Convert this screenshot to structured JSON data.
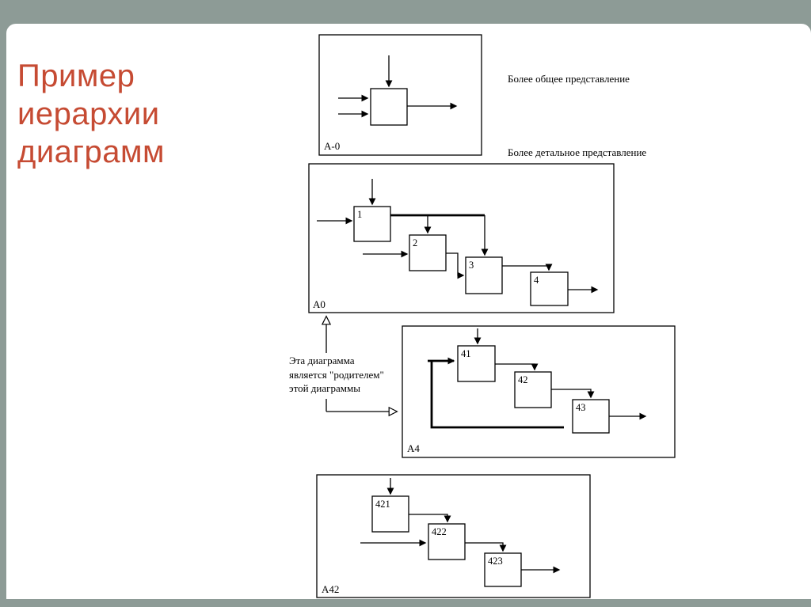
{
  "colors": {
    "background": "#8D9B96",
    "title": "#C64B33"
  },
  "slide": {
    "title_lines": [
      "Пример",
      "иерархии",
      "диаграмм"
    ]
  },
  "captions": {
    "general_view": "Более общее представление",
    "detailed_view": "Более детальное представление",
    "parent_note_line1": "Эта диаграмма",
    "parent_note_line2": "является \"родителем\"",
    "parent_note_line3": "этой диаграммы"
  },
  "context_diagram": {
    "label": "А-0"
  },
  "diagram_a0": {
    "label": "А0",
    "blocks": [
      "1",
      "2",
      "3",
      "4"
    ]
  },
  "diagram_a4": {
    "label": "А4",
    "blocks": [
      "41",
      "42",
      "43"
    ]
  },
  "diagram_a42": {
    "label": "А42",
    "blocks": [
      "421",
      "422",
      "423"
    ]
  }
}
